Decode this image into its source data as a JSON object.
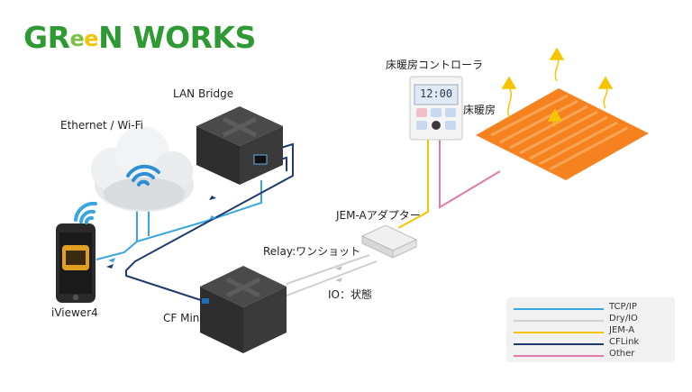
{
  "logo": {
    "part1": "GR",
    "part2": "e",
    "part3": "e",
    "part4": "N WORKS"
  },
  "labels": {
    "lan_bridge": "LAN Bridge",
    "ethernet_wifi": "Ethernet / Wi-Fi",
    "iviewer": "iViewer4",
    "cf_mini": "CF Mini",
    "relay": "Relay:ワンショット",
    "io": "IO：状態",
    "jem_adapter": "JEM-Aアダプター",
    "controller": "床暖房コントローラ",
    "floor_heating": "床暖房"
  },
  "thermostat": {
    "display": "12:00"
  },
  "legend": [
    {
      "label": "TCP/IP",
      "color": "#3aa6e0"
    },
    {
      "label": "Dry/IO",
      "color": "#d0d0d0"
    },
    {
      "label": "JEM-A",
      "color": "#f5c400"
    },
    {
      "label": "CFLink",
      "color": "#1f3a6e"
    },
    {
      "label": "Other",
      "color": "#e07aaa"
    }
  ],
  "colors": {
    "logo_green": "#2f9a33",
    "heating_orange": "#f5821f",
    "arrow_yellow": "#f6c500",
    "device_dark": "#3a3a3a"
  }
}
